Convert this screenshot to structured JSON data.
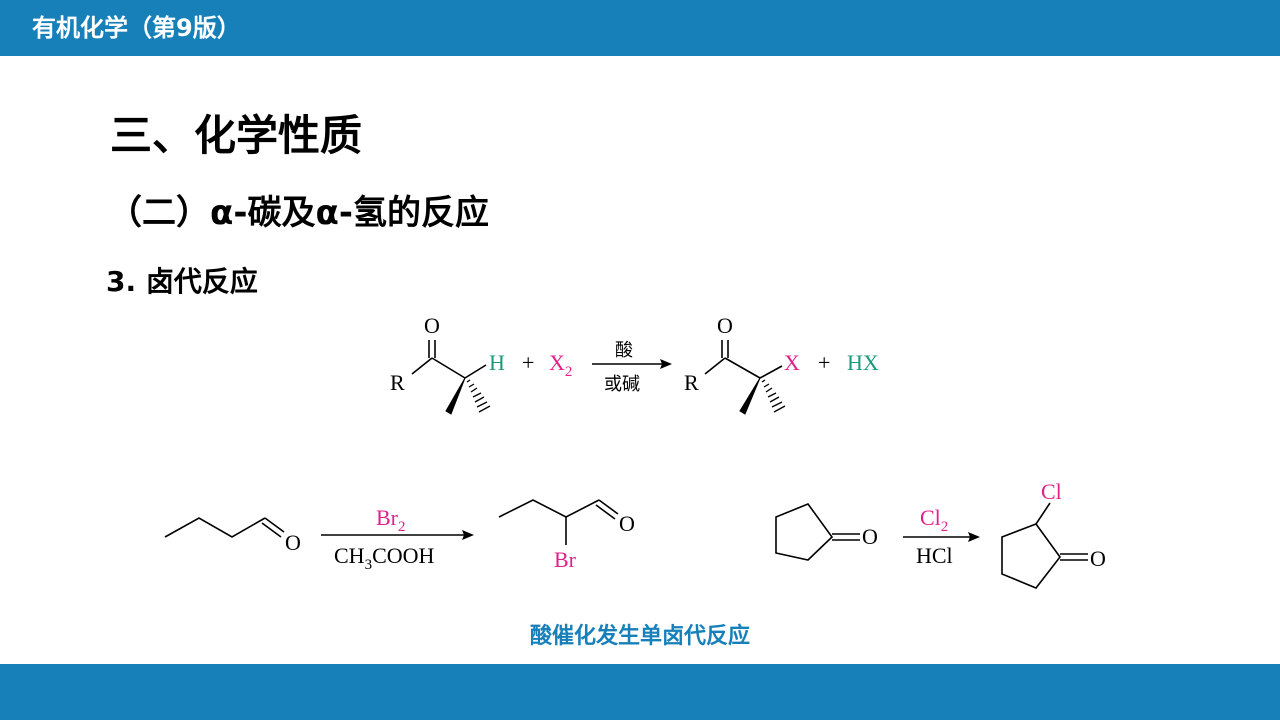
{
  "header": {
    "title": "有机化学（第9版）"
  },
  "heading1": "三、化学性质",
  "heading2": "（二）α-碳及α-氢的反应",
  "heading3": "3. 卤代反应",
  "general_reaction": {
    "r_left": "R",
    "o_left": "O",
    "h_atom": "H",
    "plus1": "+",
    "x2_x": "X",
    "x2_sub": "2",
    "cond_top": "酸",
    "cond_bottom": "或碱",
    "r_right": "R",
    "o_right": "O",
    "x_product": "X",
    "plus2": "+",
    "hx": "HX"
  },
  "example1": {
    "o_start": "O",
    "reagent_br": "Br",
    "reagent_sub": "2",
    "solvent_ch": "CH",
    "solvent_sub": "3",
    "solvent_rest": "COOH",
    "o_product": "O",
    "br_product": "Br"
  },
  "example2": {
    "o_start": "O",
    "reagent_cl": "Cl",
    "reagent_sub": "2",
    "catalyst": "HCl",
    "cl_product": "Cl",
    "o_product": "O"
  },
  "caption": "酸催化发生单卤代反应",
  "colors": {
    "bar": "#1780b9",
    "hydrogen": "#1a9a7a",
    "halogen": "#e0218a"
  }
}
